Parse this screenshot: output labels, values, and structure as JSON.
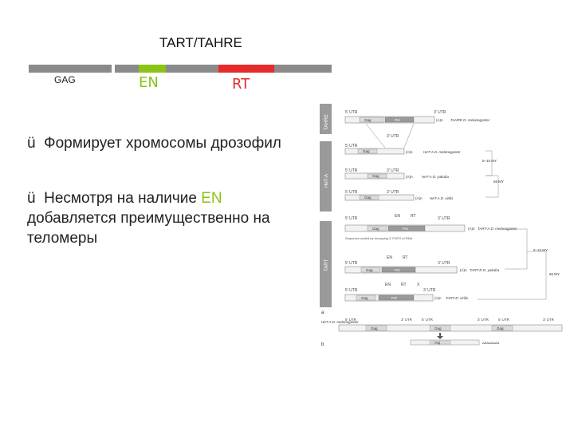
{
  "header": {
    "title": "TART/TAHRE",
    "colors": {
      "gray": "#8a8a8a",
      "green": "#8ac414",
      "red": "#e52b2b"
    }
  },
  "domains": {
    "gag": "GAG",
    "en": "EN",
    "rt": "RT"
  },
  "bullets": [
    {
      "mark": "ü",
      "text": "Формирует хромосомы дрозофил"
    },
    {
      "mark": "ü",
      "text_before": "Несмотря на наличие ",
      "highlight": "EN",
      "text_after": "добавляется преимущественно на теломеры"
    }
  ],
  "figure": {
    "side_labels": [
      "TAHRE",
      "HeT-A",
      "TART"
    ],
    "panel_a": "a",
    "panel_b": "b",
    "utr5": "5' UTR",
    "utr3": "3' UTR",
    "gag": "Gag",
    "pol": "Pol",
    "en": "EN",
    "rt": "RT",
    "x": "X",
    "polyA": "(A)n",
    "rows": [
      "TAHRE D. melanogaster",
      "HeT-A D. melanogaster",
      "HeT-A D. yakuba",
      "HeT-A D. virilis",
      "TART-A D. melanogaster",
      "TART-D D. yakuba",
      "TART-D. virilis"
    ],
    "seq_note": "Sequence added by recopying 3' PNTR of RNA",
    "times": [
      "5–15 MY",
      "65 MY",
      "5–15 MY",
      "65 MY"
    ],
    "b_label": "HeT-A D. melanogaster",
    "b_polyA": "AAAAAAAA"
  }
}
